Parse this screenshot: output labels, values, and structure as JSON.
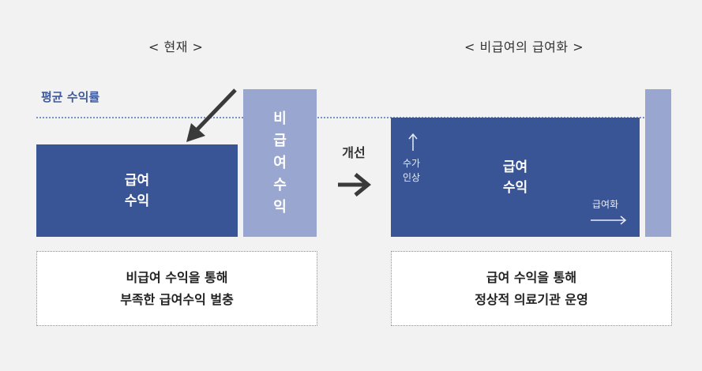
{
  "current": {
    "heading": "< 현재 >",
    "avg_label": "평균 수익률",
    "covered_box": [
      "급여",
      "수익"
    ],
    "noncovered_box": [
      "비",
      "급",
      "여",
      "수",
      "익"
    ],
    "note": [
      "비급여 수익을 통해",
      "부족한 급여수익 벌충"
    ]
  },
  "transition": {
    "label": "개선"
  },
  "future": {
    "heading": "< 비급여의 급여화 >",
    "covered_box": [
      "급여",
      "수익"
    ],
    "fee_increase": [
      "수가",
      "인상"
    ],
    "coverage_label": "급여화",
    "note": [
      "급여 수익을 통해",
      "정상적 의료기관 운영"
    ]
  },
  "colors": {
    "dark_box": "#3a5596",
    "light_box": "#98a6d0",
    "avg_line": "#7a8fc4",
    "arrow": "#3a3a3a"
  }
}
